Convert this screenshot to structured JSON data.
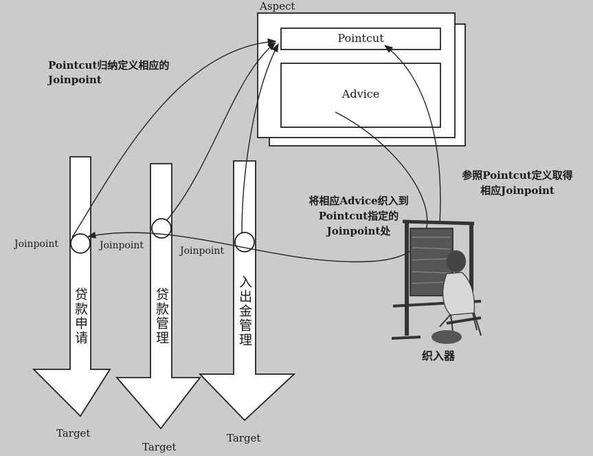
{
  "aspect": {
    "title": "Aspect",
    "pointcut": "Pointcut",
    "advice": "Advice"
  },
  "annotations": {
    "pointcut_defines": [
      "Pointcut归纳定义相应的",
      "Joinpoint"
    ],
    "weave_advice": [
      "将相应Advice织入到",
      "Pointcut指定的",
      "Joinpoint处"
    ],
    "refer_pointcut": [
      "参照Pointcut定义取得",
      "相应Joinpoint"
    ]
  },
  "weaver": {
    "label": "织入器"
  },
  "targets": [
    {
      "name": "贷款申请",
      "joinpoint": "Joinpoint",
      "target": "Target"
    },
    {
      "name": "贷款管理",
      "joinpoint": "Joinpoint",
      "target": "Target"
    },
    {
      "name": "入出金管理",
      "joinpoint": "Joinpoint",
      "target": "Target"
    }
  ],
  "colors": {
    "background": "#c9cccb",
    "line": "#222222",
    "box_fill": "#ffffff"
  }
}
